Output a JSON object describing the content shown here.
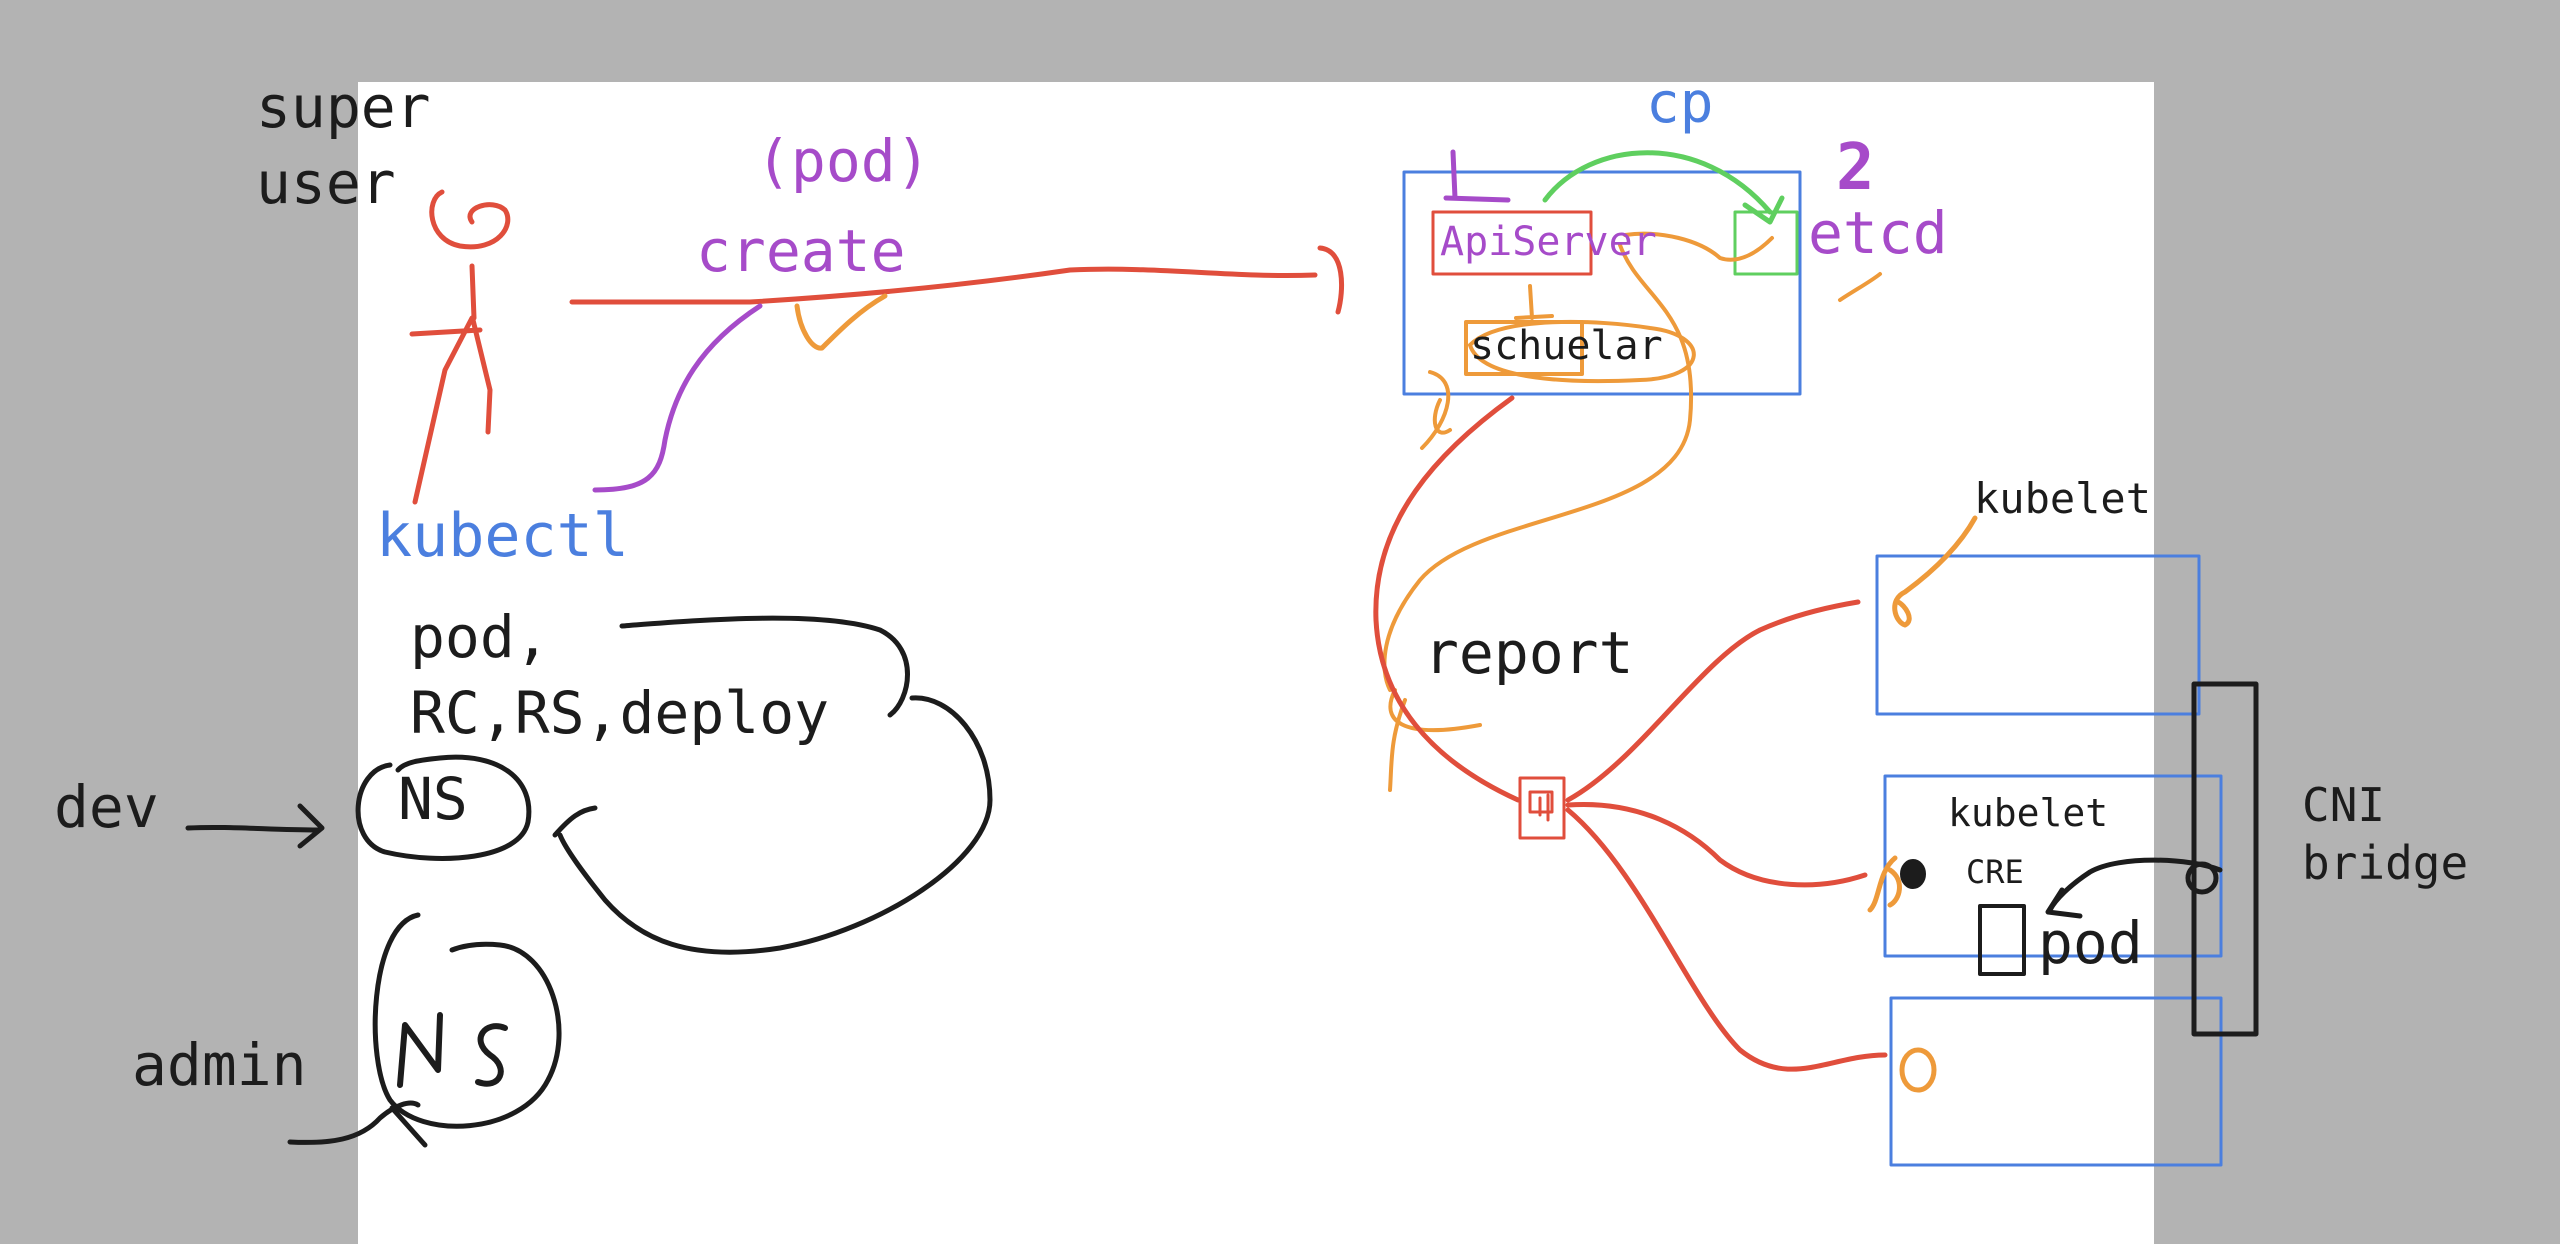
{
  "colors": {
    "background": "#b3b3b3",
    "board": "#ffffff",
    "ink_black": "#1c1c1c",
    "ink_red": "#e04e3c",
    "ink_orange": "#ee9a3a",
    "ink_purple": "#a64bc9",
    "ink_blue": "#4b7fdf",
    "ink_green": "#5fcf5f"
  },
  "labels": {
    "super_user": [
      "super",
      "user"
    ],
    "pod_paren": "(pod)",
    "create": "create",
    "kubectl": "kubectl",
    "cp": "cp",
    "step_1": "1",
    "step_2": "2",
    "api_server": "ApiServer",
    "etcd": "etcd",
    "scheduler": "schuelar",
    "report": "report",
    "kubelet_top": "kubelet",
    "kubelet_mid": "kubelet",
    "cre": "CRE",
    "pod": "pod",
    "cni_bridge": [
      "CNI",
      "bridge"
    ],
    "resources": [
      "pod,",
      "RC,RS,deploy"
    ],
    "ns_top": "NS",
    "ns_bottom": "NS",
    "dev": "dev",
    "admin": "admin"
  }
}
